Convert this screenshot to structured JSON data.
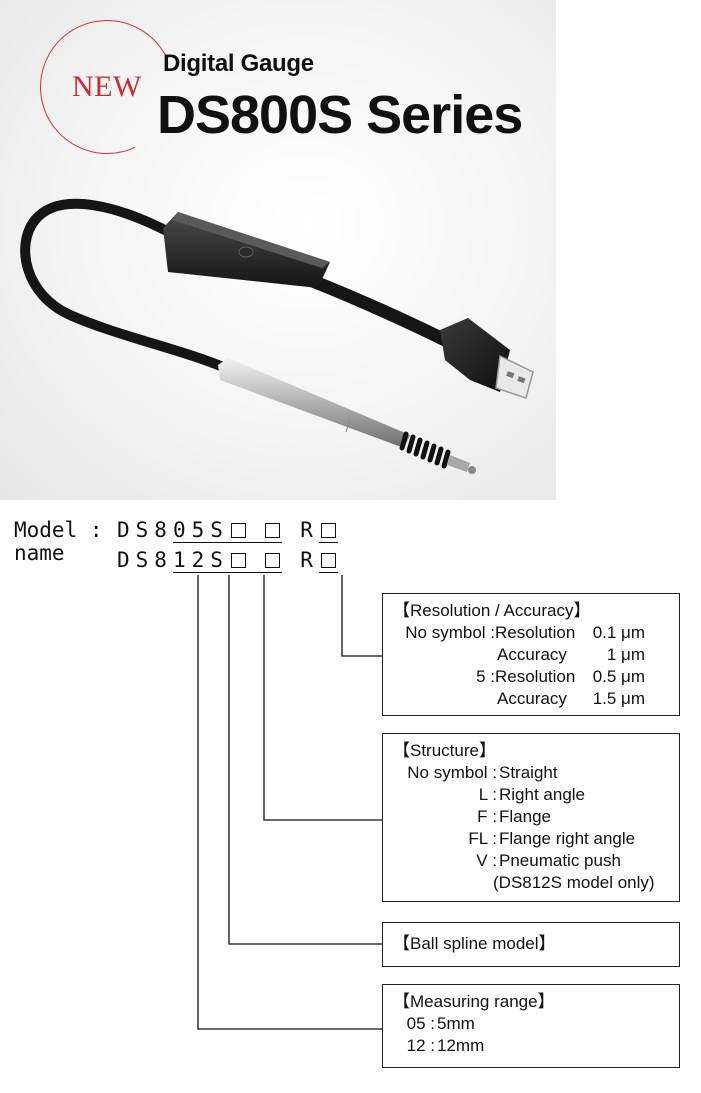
{
  "hero": {
    "badge": "NEW",
    "subtitle": "Digital Gauge",
    "title": "DS800S Series"
  },
  "model": {
    "label_line1": "Model :",
    "label_line2": "name",
    "line1": {
      "prefix": "DS8",
      "range": "05",
      "s": "S",
      "r": "R"
    },
    "line2": {
      "prefix": "DS8",
      "range": "12",
      "s": "S",
      "r": "R"
    }
  },
  "resolution": {
    "title": "【Resolution / Accuracy】",
    "rows": [
      {
        "code": "No symbol :",
        "name": "Resolution",
        "value": "0.1 μm"
      },
      {
        "code": "",
        "name": "Accuracy",
        "value": "1 μm"
      },
      {
        "code": "5 :",
        "name": "Resolution",
        "value": "0.5 μm"
      },
      {
        "code": "",
        "name": "Accuracy",
        "value": "1.5 μm"
      }
    ]
  },
  "structure": {
    "title": "【Structure】",
    "rows": [
      {
        "code": "No symbol :",
        "name": "Straight"
      },
      {
        "code": "L :",
        "name": "Right angle"
      },
      {
        "code": "F :",
        "name": "Flange"
      },
      {
        "code": "FL :",
        "name": "Flange right angle"
      },
      {
        "code": "V :",
        "name": "Pneumatic push"
      },
      {
        "code": "",
        "name": "(DS812S model only)"
      }
    ]
  },
  "ball_spline": {
    "title": "【Ball spline model】"
  },
  "measuring": {
    "title": "【Measuring range】",
    "rows": [
      {
        "code": "05 :",
        "name": "5mm"
      },
      {
        "code": "12 :",
        "name": "12mm"
      }
    ]
  },
  "colors": {
    "accent": "#cf2a31",
    "text": "#111111"
  },
  "icons": [
    "digital-gauge-product-image"
  ]
}
